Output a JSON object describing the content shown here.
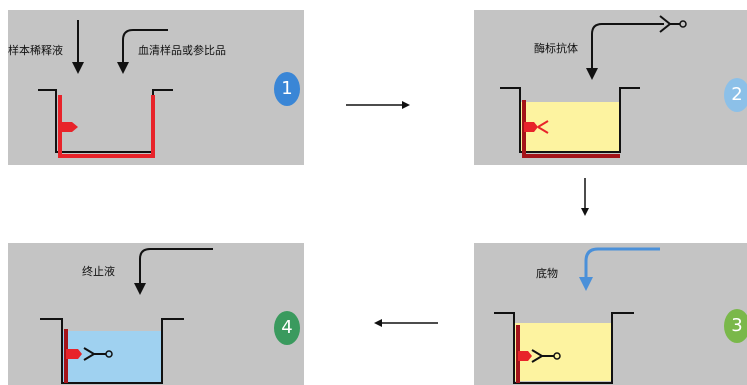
{
  "steps": [
    {
      "number": "1",
      "labels": [
        "样本稀释液",
        "血清样品或参比品"
      ],
      "badge_color": "#3a86d6"
    },
    {
      "number": "2",
      "labels": [
        "酶标抗体"
      ],
      "badge_color": "#8cc0e8"
    },
    {
      "number": "3",
      "labels": [
        "底物"
      ],
      "badge_color": "#7ab84a"
    },
    {
      "number": "4",
      "labels": [
        "终止液"
      ],
      "badge_color": "#3a9a5e"
    }
  ],
  "colors": {
    "panel_bg": "#c4c4c4",
    "well_red": "#e8232a",
    "fill_yellow": "#fdf3a0",
    "fill_blue": "#9fd1f0",
    "arrow_blue": "#4a90d9",
    "outline": "#111111"
  }
}
